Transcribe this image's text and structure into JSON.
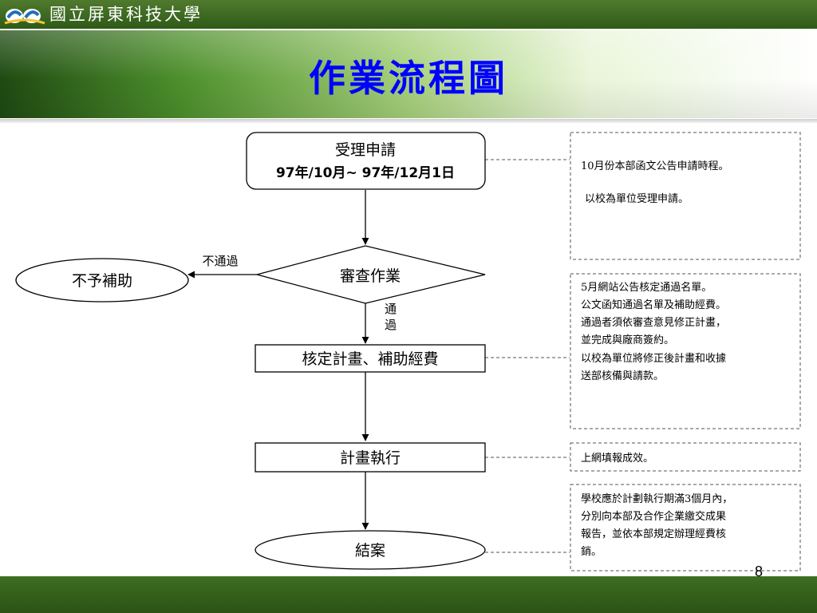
{
  "header": {
    "university_name": "國立屏東科技大學",
    "title": "作業流程圖"
  },
  "flow": {
    "apply_title": "受理申請",
    "apply_dates": "97年/10月~ 97年/12月1日",
    "review": "審查作業",
    "reject_label": "不通過",
    "reject": "不予補助",
    "pass_label_1": "通",
    "pass_label_2": "過",
    "approve": "核定計畫、補助經費",
    "execute": "計畫執行",
    "close": "結案"
  },
  "notes": {
    "note1": [
      "10月份本部函文公告申請時程。",
      "",
      "以校為單位受理申請。"
    ],
    "note2": [
      "5月網站公告核定通過名單。",
      "公文函知通過名單及補助經費。",
      "通過者須依審查意見修正計畫，",
      "並完成與廠商簽約。",
      "以校為單位將修正後計畫和收據",
      "送部核備與請款。"
    ],
    "note3": [
      "上網填報成效。"
    ],
    "note4": [
      "學校應於計劃執行期滿3個月內，",
      "分別向本部及合作企業繳交成果",
      "報告，並依本部規定辦理經費核",
      "銷。"
    ]
  },
  "footer": {
    "page_number": "8"
  }
}
